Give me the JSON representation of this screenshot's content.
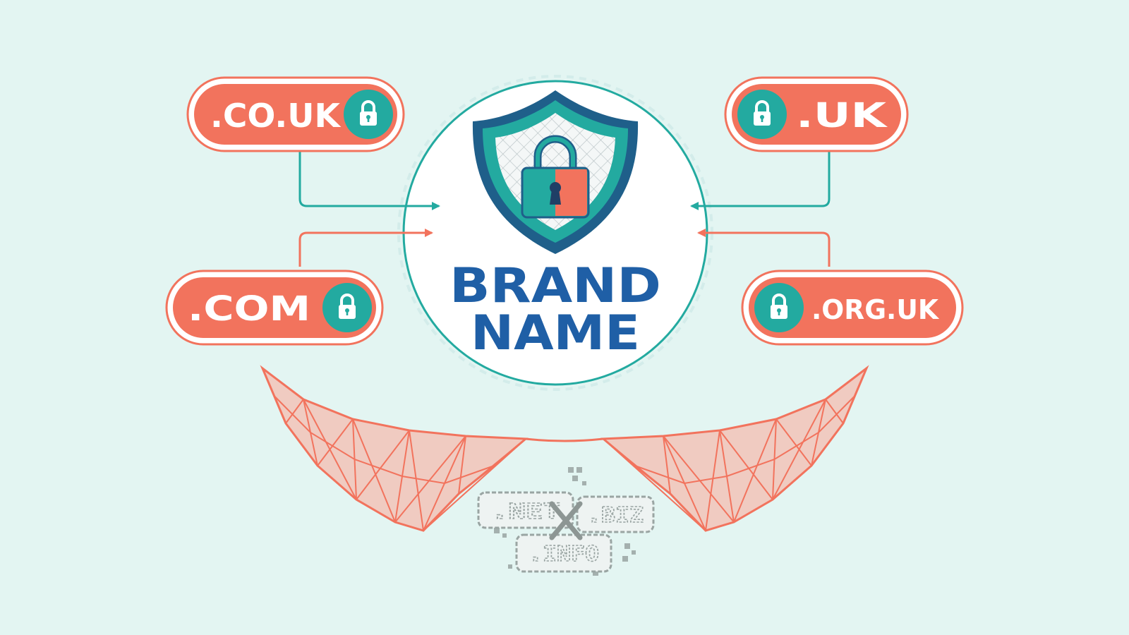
{
  "colors": {
    "background": "#e3f5f2",
    "coral": "#f2735d",
    "teal": "#23aaa0",
    "navy": "#1f5fa6",
    "grey": "#9aa5a3"
  },
  "brand": {
    "line1": "BRAND",
    "line2": "NAME",
    "emblem_icon": "shield-lock-icon"
  },
  "protected_domains": [
    {
      "label": ".CO.UK",
      "icon": "lock-icon"
    },
    {
      "label": ".UK",
      "icon": "lock-icon"
    },
    {
      "label": ".COM",
      "icon": "lock-icon"
    },
    {
      "label": ".ORG.UK",
      "icon": "lock-icon"
    }
  ],
  "blocked_domains": [
    {
      "label": ".NET"
    },
    {
      "label": ".BIZ"
    },
    {
      "label": ".INFO"
    }
  ],
  "blocked_marker_icon": "cross-icon",
  "net_icon": "safety-net-icon"
}
